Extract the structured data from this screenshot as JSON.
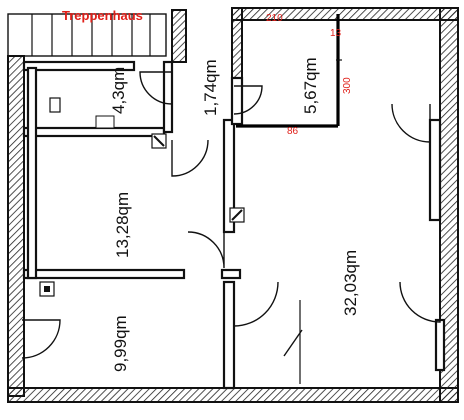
{
  "stairwell": {
    "label": "Treppenhaus"
  },
  "rooms": {
    "small_top": "4,3qm",
    "corridor": "1,74qm",
    "room_measured": "5,67qm",
    "room_left": "13,28qm",
    "room_big": "32,03qm",
    "room_bottom_left": "9,99qm"
  },
  "dimensions": {
    "top": "210",
    "right_top": "13",
    "right": "300",
    "bottom": "86"
  },
  "colors": {
    "walls": "#111111",
    "annotation": "#e0201a",
    "background": "#ffffff"
  }
}
